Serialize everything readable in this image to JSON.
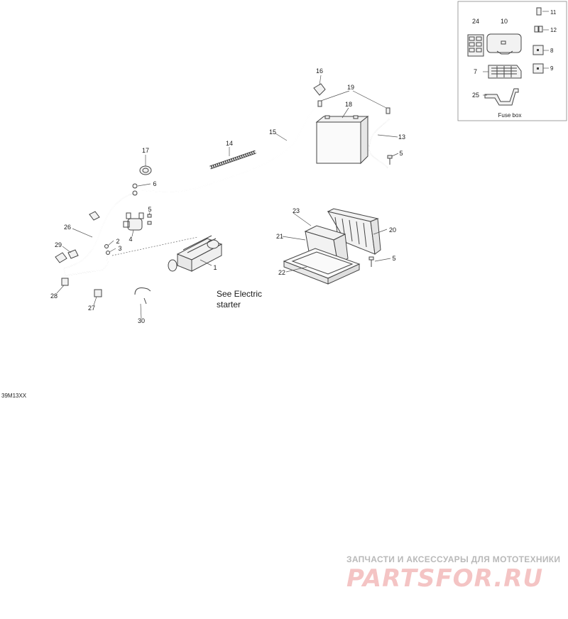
{
  "callouts": {
    "c1": "1",
    "c2": "2",
    "c3": "3",
    "c4": "4",
    "c5a": "5",
    "c5b": "5",
    "c5c": "5",
    "c6": "6",
    "c7": "7",
    "c8": "8",
    "c9": "9",
    "c10": "10",
    "c11": "11",
    "c12": "12",
    "c13": "13",
    "c14": "14",
    "c15": "15",
    "c16": "16",
    "c17": "17",
    "c18": "18",
    "c19": "19",
    "c20": "20",
    "c21": "21",
    "c22": "22",
    "c23": "23",
    "c24": "24",
    "c25": "25",
    "c26": "26",
    "c27": "27",
    "c28": "28",
    "c29": "29",
    "c30": "30"
  },
  "notes": {
    "see_electric_line1": "See Electric",
    "see_electric_line2": "starter",
    "fuse_box": "Fuse box",
    "diagram_code": "39M13XX"
  },
  "watermark": {
    "tagline": "ЗАПЧАСТИ И АКСЕССУАРЫ ДЛЯ МОТОТЕХНИКИ",
    "brand": "PARTSFOR.RU",
    "color": "#e05a5a"
  }
}
